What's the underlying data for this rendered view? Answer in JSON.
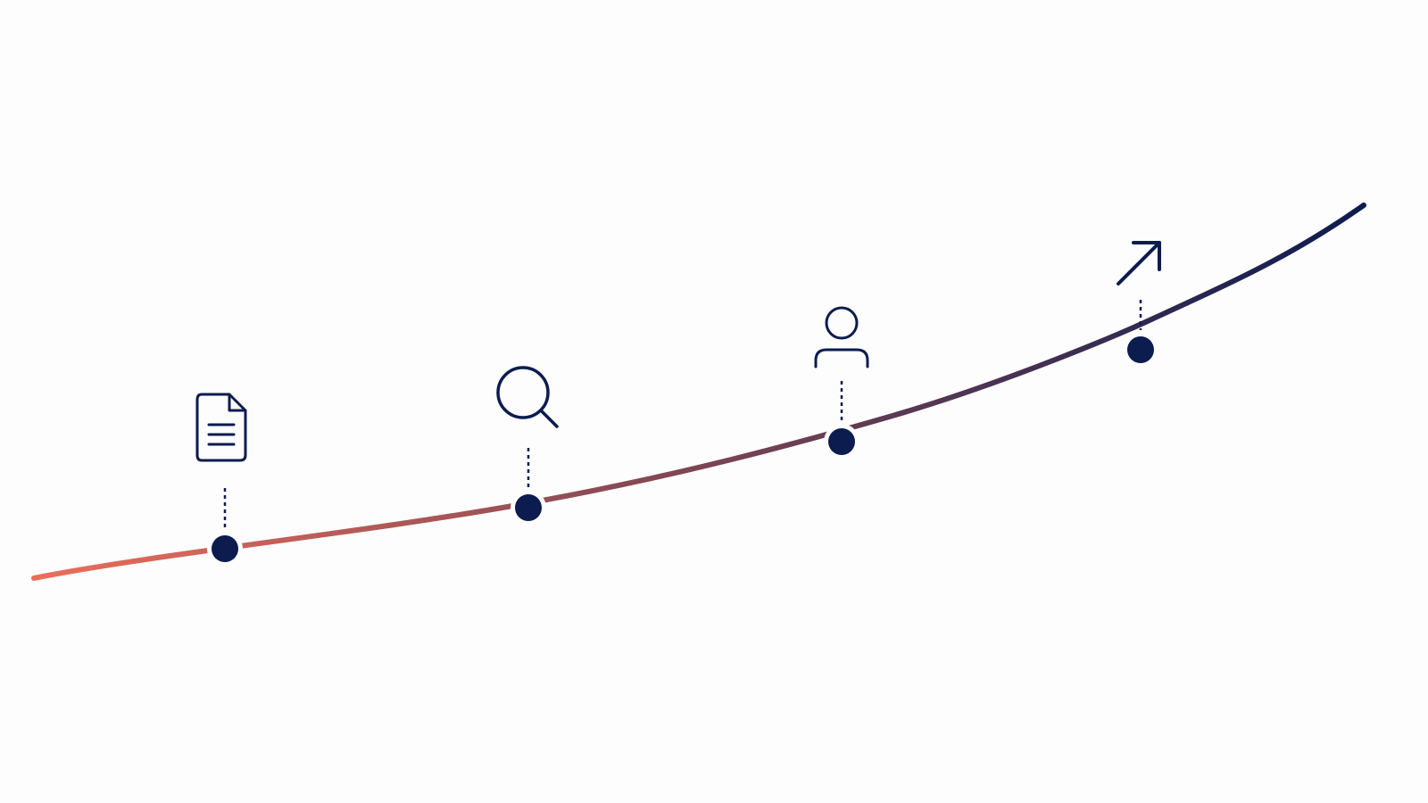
{
  "diagram": {
    "type": "growth-curve-timeline",
    "curve_gradient": {
      "start_color": "#ea6f5a",
      "end_color": "#0c1c4f"
    },
    "milestone_color": "#0c1c4f",
    "icon_color": "#0c1c4f",
    "milestones": [
      {
        "step": 1,
        "icon": "document-icon"
      },
      {
        "step": 2,
        "icon": "search-icon"
      },
      {
        "step": 3,
        "icon": "user-icon"
      },
      {
        "step": 4,
        "icon": "arrow-up-right-icon"
      }
    ]
  }
}
